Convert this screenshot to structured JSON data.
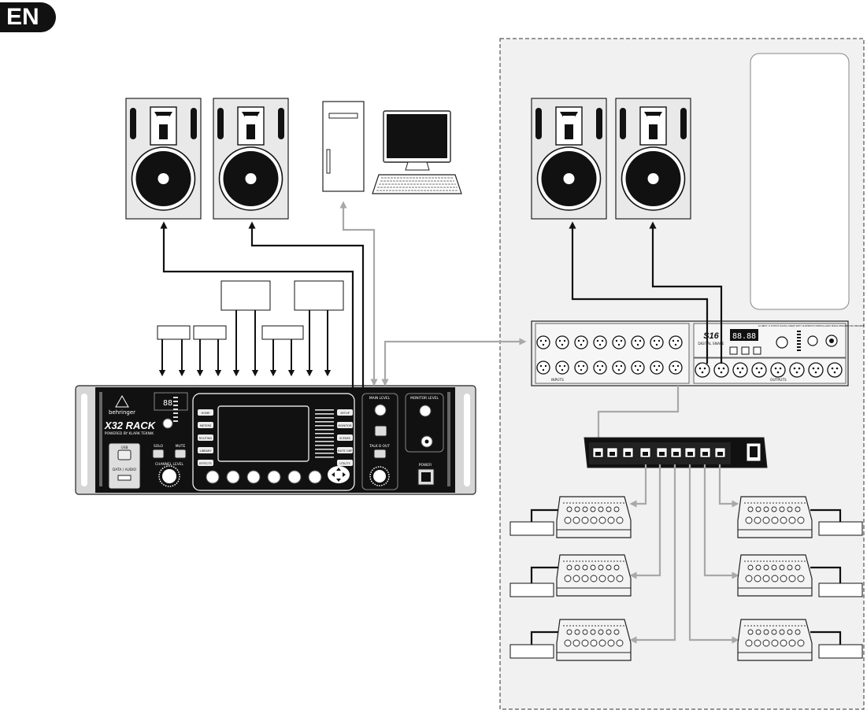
{
  "language_badge": "EN",
  "mixer": {
    "brand": "behringer",
    "model": "X32 RACK",
    "sub": "POWERED BY KLARK TEKNIK",
    "left_buttons": [
      "HOME",
      "METERS",
      "ROUTING",
      "LIBRARY",
      "EFFECTS"
    ],
    "right_buttons": [
      "SETUP",
      "MONITOR",
      "SCENES",
      "MUTE GRP",
      "UTILITY"
    ],
    "usb_label": "USB",
    "data_label": "DATA / AUDIO",
    "solo_label": "SOLO",
    "mute_label": "MUTE",
    "channel_level": "CHANNEL LEVEL",
    "main_level": "MAIN LEVEL",
    "talk_label": "TALK B OUT",
    "monitor_level": "MONITOR LEVEL",
    "power_label": "POWER"
  },
  "stagebox": {
    "model": "S16",
    "sub": "DIGITAL SNAKE",
    "title": "16 INPUT, 8 OUTPUT DIGITAL SNAKE WITH 16 REMOTE CONTROLLABLE MIDAS DESIGNED MIC PREAMPS",
    "display": "88.88",
    "input_label": "INPUTS",
    "output_label": "OUTPUTS"
  },
  "icons": {
    "language": "en-badge",
    "speaker": "studio-monitor-icon",
    "computer": "desktop-computer-icon",
    "mixer": "digital-mixer-rack-icon",
    "stagebox": "digital-snake-stagebox-icon",
    "hub": "ethernet-hub-icon",
    "personal_mixer": "personal-monitor-mixer-icon"
  },
  "colors": {
    "cable_black": "#111111",
    "cable_gray": "#a8a8a8",
    "stage_area": "#f1f1f1",
    "badge": "#111111"
  }
}
